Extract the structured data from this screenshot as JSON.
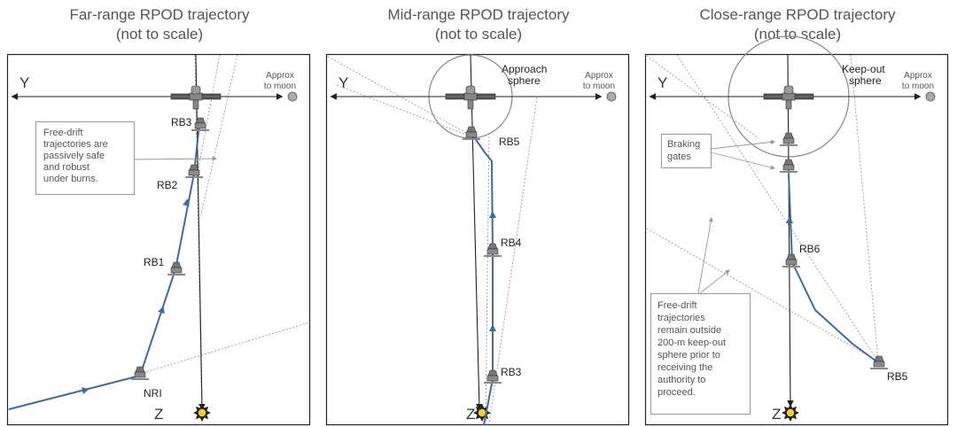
{
  "panels": [
    {
      "title": "Far-range RPOD trajectory",
      "subtitle": "(not to scale)",
      "y_axis": "Y",
      "z_axis": "Z",
      "moon_note": [
        "Approx",
        "to moon"
      ],
      "labels": [
        "RB3",
        "RB2",
        "RB1",
        "NRI"
      ],
      "callout": [
        "Free-drift",
        "trajectories are",
        "passively safe",
        "and robust",
        "under burns."
      ]
    },
    {
      "title": "Mid-range RPOD trajectory",
      "subtitle": "(not to scale)",
      "y_axis": "Y",
      "z_axis": "Z",
      "moon_note": [
        "Approx",
        "to moon"
      ],
      "sphere": [
        "Approach",
        "sphere"
      ],
      "labels": [
        "RB5",
        "RB4",
        "RB3"
      ]
    },
    {
      "title": "Close-range RPOD trajectory",
      "subtitle": "(not to scale)",
      "y_axis": "Y",
      "z_axis": "Z",
      "moon_note": [
        "Approx",
        "to moon"
      ],
      "sphere": [
        "Keep-out",
        "sphere"
      ],
      "labels": [
        "RB6",
        "RB5"
      ],
      "callout_gates": [
        "Braking",
        "gates"
      ],
      "callout": [
        "Free-drift",
        "trajectories",
        "remain outside",
        "200-m keep-out",
        "sphere prior to",
        "receiving the",
        "authority to",
        "proceed."
      ]
    }
  ],
  "colors": {
    "trajectory": "#3f6aa8",
    "axis": "#222222",
    "guide": "#9a9a9a",
    "frame": "#222222",
    "title": "#555555",
    "moon": "#aaaaaa",
    "star_center": "#f2d21a"
  }
}
